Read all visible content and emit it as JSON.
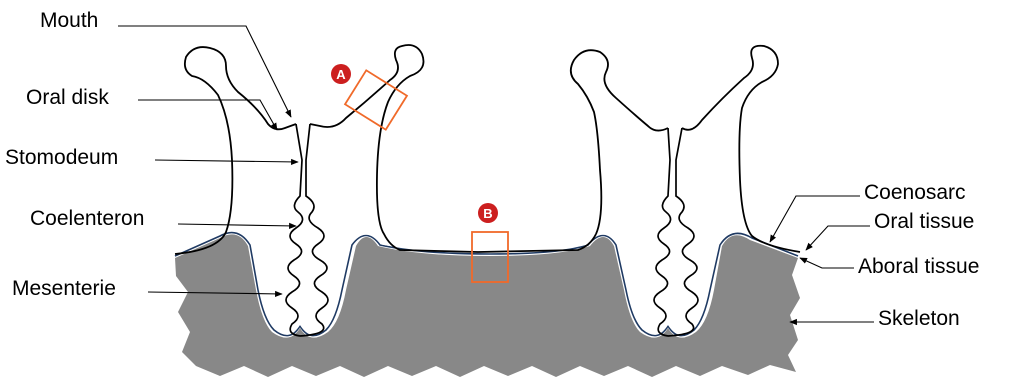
{
  "labels": {
    "mouth": "Mouth",
    "oral_disk": "Oral disk",
    "stomodeum": "Stomodeum",
    "coelenteron": "Coelenteron",
    "mesenterie": "Mesenterie",
    "coenosarc": "Coenosarc",
    "oral_tissue": "Oral tissue",
    "aboral_tissue": "Aboral tissue",
    "skeleton": "Skeleton"
  },
  "markers": {
    "a": "A",
    "b": "B"
  },
  "colors": {
    "skeleton_fill": "#888888",
    "tissue_line": "#1f3a63",
    "marker": "#cc1f1f",
    "highlight_box": "#f06a2a",
    "outline": "#000000"
  }
}
